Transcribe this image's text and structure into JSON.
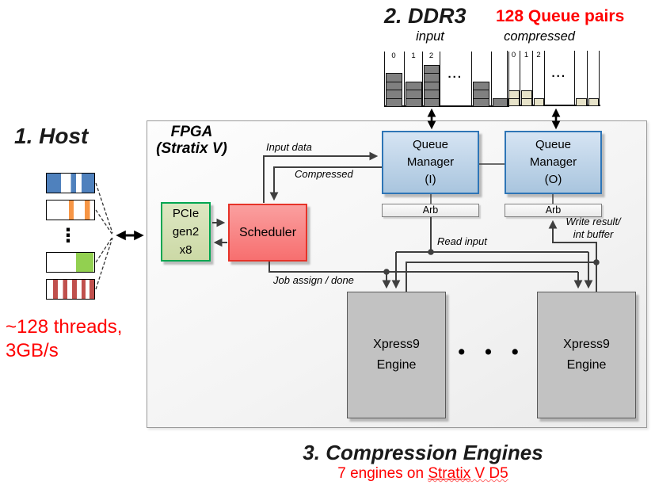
{
  "colors": {
    "red_annotation": "#ff0000",
    "wire": "#3f3f3f",
    "qm_border": "#2e75b6",
    "pcie_border": "#00a651",
    "scheduler_border": "#e63329",
    "input_cell": "#808080",
    "compressed_cell": "#e7e3c9",
    "bar_blue": "#4f81bd",
    "bar_orange": "#f79646",
    "bar_green": "#92d050",
    "bar_darkred": "#c0504d"
  },
  "host": {
    "title": "1. Host",
    "annotation_line1": "~128 threads,",
    "annotation_line2": "3GB/s",
    "dots": "⋮",
    "bars": [
      {
        "name": "thread-bar-1",
        "segments": [
          [
            "#4f81bd",
            0,
            30
          ],
          [
            "#ffffff",
            30,
            51
          ],
          [
            "#4f81bd",
            51,
            62
          ],
          [
            "#ffffff",
            62,
            73
          ],
          [
            "#4f81bd",
            73,
            100
          ]
        ]
      },
      {
        "name": "thread-bar-2",
        "segments": [
          [
            "#ffffff",
            0,
            47
          ],
          [
            "#f79646",
            47,
            57
          ],
          [
            "#ffffff",
            57,
            80
          ],
          [
            "#f79646",
            80,
            91
          ],
          [
            "#ffffff",
            91,
            100
          ]
        ]
      },
      {
        "name": "thread-bar-3",
        "segments": [
          [
            "#ffffff",
            0,
            62
          ],
          [
            "#92d050",
            62,
            98
          ],
          [
            "#ffffff",
            98,
            100
          ]
        ]
      },
      {
        "name": "thread-bar-4",
        "segments": [
          [
            "#ffffff",
            0,
            13
          ],
          [
            "#c0504d",
            13,
            23
          ],
          [
            "#ffffff",
            23,
            34
          ],
          [
            "#c0504d",
            34,
            43
          ],
          [
            "#ffffff",
            43,
            53
          ],
          [
            "#c0504d",
            53,
            63
          ],
          [
            "#ffffff",
            63,
            73
          ],
          [
            "#c0504d",
            73,
            82
          ],
          [
            "#ffffff",
            82,
            90
          ],
          [
            "#c0504d",
            90,
            100
          ]
        ]
      }
    ]
  },
  "ddr3": {
    "title": "2. DDR3",
    "annotation": "128 Queue pairs",
    "col_labels": [
      "0",
      "1",
      "2"
    ],
    "ellipsis": "...",
    "groups": {
      "input": {
        "label": "input",
        "fills": [
          4,
          3,
          5,
          3,
          1
        ],
        "cell_color": "#808080"
      },
      "compressed": {
        "label": "compressed",
        "fills": [
          2,
          2,
          1,
          1,
          1
        ],
        "cell_color": "#e7e3c9"
      }
    }
  },
  "fpga": {
    "label_line1": "FPGA",
    "label_line2": "(Stratix V)",
    "pcie": [
      "PCIe",
      "gen2",
      "x8"
    ],
    "scheduler": "Scheduler",
    "qm_i": [
      "Queue",
      "Manager",
      "(I)"
    ],
    "qm_o": [
      "Queue",
      "Manager",
      "(O)"
    ],
    "arb": "Arb",
    "engine_line1": "Xpress9",
    "engine_line2": "Engine",
    "engine_dots": "• • •"
  },
  "wire_labels": {
    "input_data": "Input data",
    "compressed": "Compressed",
    "read_input": "Read input",
    "write_result_1": "Write result/",
    "write_result_2": "int buffer",
    "job_assign": "Job assign / done"
  },
  "footer": {
    "title": "3. Compression Engines",
    "annotation_prefix": "7 engines on ",
    "device_word": "Stratix",
    "device_rest": " V D5"
  }
}
